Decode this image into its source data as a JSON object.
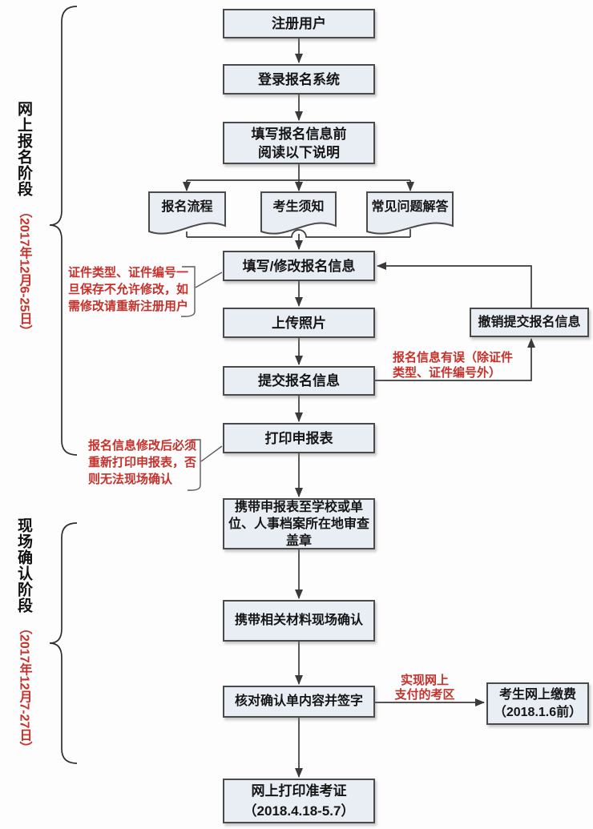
{
  "flowchart": {
    "phases": [
      {
        "label": "网上报名阶段",
        "date": "（2017年12月6-25日）"
      },
      {
        "label": "现场确认阶段",
        "date": "（2017年12月7-27日）"
      }
    ],
    "nodes": {
      "register": "注册用户",
      "login": "登录报名系统",
      "read_notice": "填写报名信息前\n阅读以下说明",
      "doc_flow": "报名流程",
      "doc_notice": "考生须知",
      "doc_faq": "常见问题解答",
      "fill_modify": "填写/修改报名信息",
      "upload_photo": "上传照片",
      "submit_info": "提交报名信息",
      "print_form": "打印申报表",
      "stamp": "携带申报表至学校或单\n位、人事档案所在地审查\n盖章",
      "onsite_confirm": "携带相关材料现场确认",
      "check_sign": "核对确认单内容并签字",
      "print_ticket": "网上打印准考证\n（2018.4.18-5.7）",
      "cancel_submit": "撤销提交报名信息",
      "online_pay": "考生网上缴费\n（2018.1.6前）"
    },
    "annotations": {
      "cert_warning": "证件类型、证件编号一\n旦保存不允许修改，如\n需修改请重新注册用户",
      "reprint_warning": "报名信息修改后必须\n重新打印申报表，否\n则无法现场确认",
      "info_error": "报名信息有误（除证件\n类型、证件编号外）",
      "online_pay_area": "实现网上\n支付的考区"
    },
    "colors": {
      "box_fill": "#e9edf4",
      "box_border": "#4a4a4a",
      "line": "#3a3a3a",
      "red": "#c5312b"
    }
  }
}
